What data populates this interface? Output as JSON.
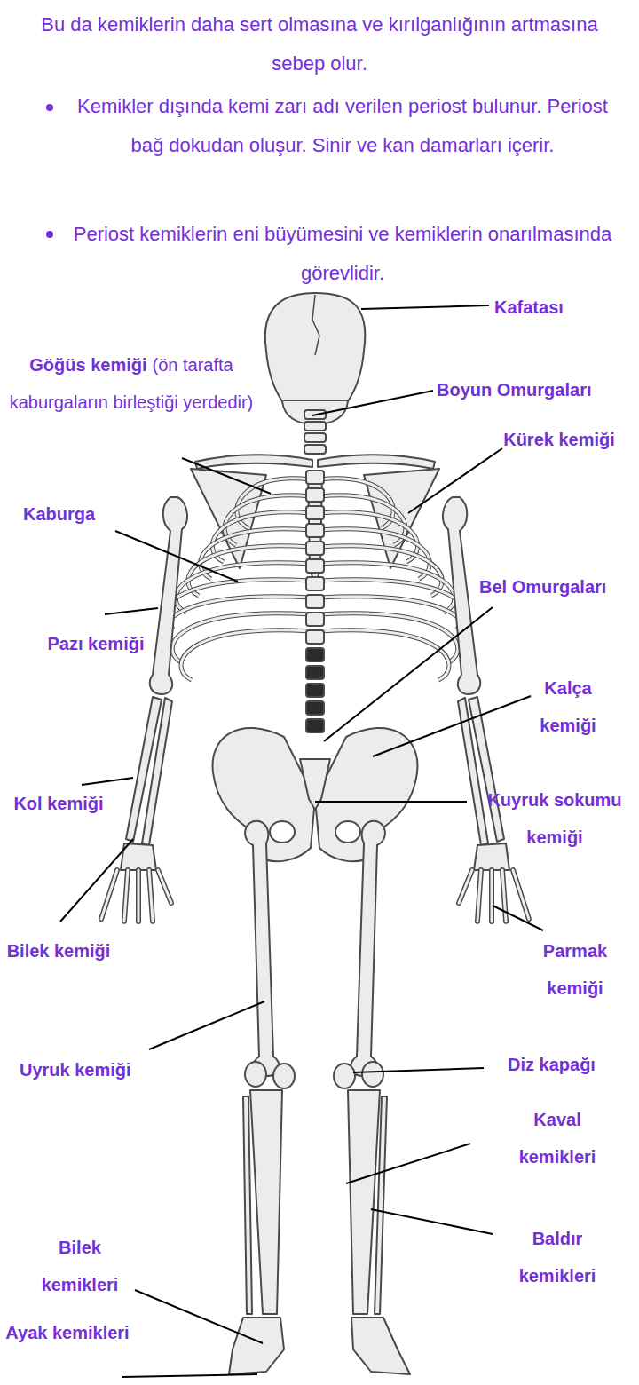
{
  "diagram": {
    "labels": [
      "Bu da kemiklerin daha sert olmasına ve kırılganlığının artmasına sebep olur.",
      "Kemikler dışında kemi zarı adı verilen periost bulunur. Periost bağ dokudan oluşur. Sinir ve kan damarları içerir.",
      "Periost kemiklerin eni büyümesini ve kemiklerin onarılmasında görevlidir.",
      "Kafatası",
      "Göğüs kemiği",
      "(ön tarafta kaburgaların birleştiği yerdedir)",
      "Boyun Omurgaları",
      "Kürek kemiği",
      "Kaburga",
      "Bel Omurgaları",
      "Pazı kemiği",
      "Kalça kemiği",
      "Kol kemiği",
      "Kuyruk sokumu kemiği",
      "Bilek kemiği",
      "Parmak kemiği",
      "Uyruk kemiği",
      "Diz kapağı",
      "Kaval kemikleri",
      "Baldır kemikleri",
      "Bilek kemikleri",
      "Ayak kemikleri"
    ]
  }
}
